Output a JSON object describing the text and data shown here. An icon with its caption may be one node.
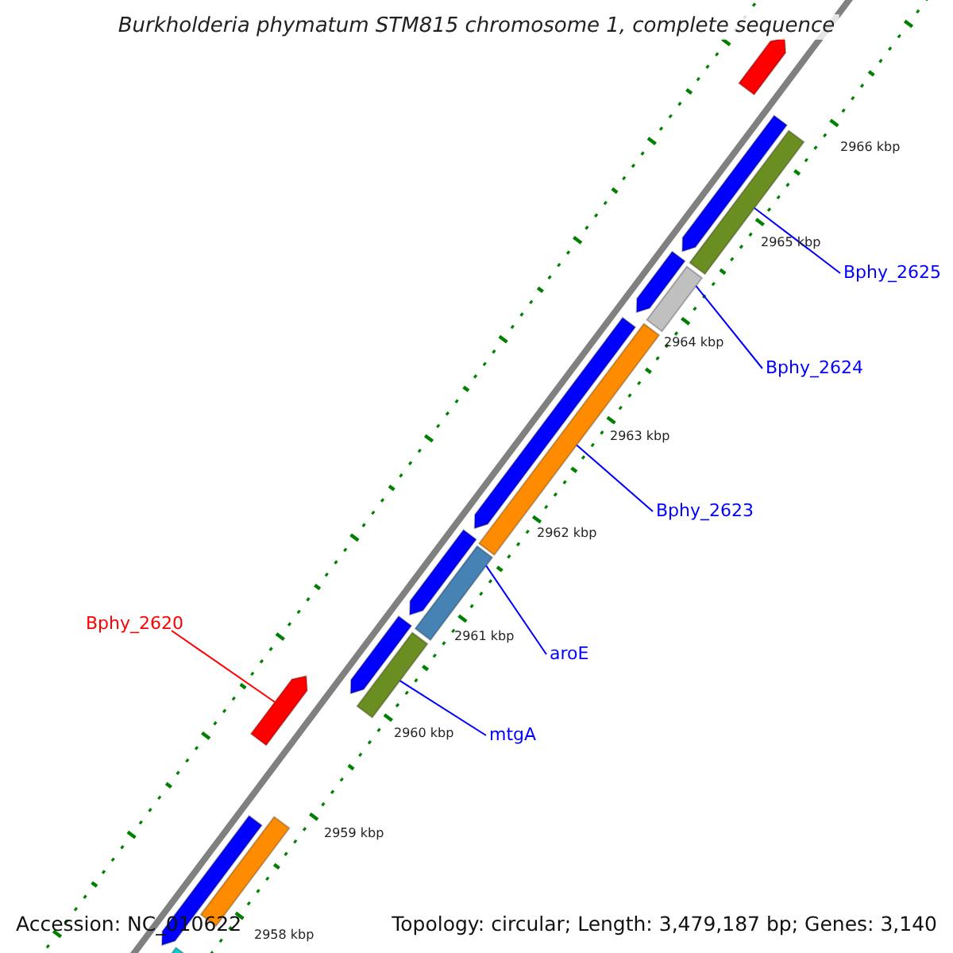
{
  "diagram": {
    "title": "Burkholderia phymatum STM815 chromosome 1, complete sequence",
    "nodes": [
      {
        "text": [
          "Bphy_2625"
        ]
      },
      {
        "text": [
          "Bphy_2624"
        ]
      },
      {
        "text": [
          "Bphy_2623"
        ]
      },
      {
        "text": [
          "Bphy_2620"
        ]
      },
      {
        "text": [
          "aroE"
        ]
      },
      {
        "text": [
          "mtgA"
        ]
      },
      {
        "text": [],
        "shape": "arrow"
      },
      {
        "text": [],
        "shape": "arrow"
      },
      {
        "text": [],
        "shape": "box"
      },
      {
        "text": [],
        "shape": "arrow"
      },
      {
        "text": [],
        "shape": "box"
      },
      {
        "text": [],
        "shape": "arrow"
      },
      {
        "text": [],
        "shape": "box"
      },
      {
        "text": [],
        "shape": "arrow"
      },
      {
        "text": [],
        "shape": "box"
      },
      {
        "text": [],
        "shape": "arrow"
      },
      {
        "text": [],
        "shape": "box"
      },
      {
        "text": [],
        "shape": "arrow"
      },
      {
        "text": [],
        "shape": "arrow"
      },
      {
        "text": [],
        "shape": "box"
      },
      {
        "text": [],
        "shape": "box"
      }
    ],
    "edges": [
      {
        "from": 0,
        "to": 8,
        "arrow": "none"
      },
      {
        "from": 1,
        "to": 10,
        "arrow": "none"
      },
      {
        "from": 2,
        "to": 12,
        "arrow": "none"
      },
      {
        "from": 3,
        "to": 17,
        "arrow": "none",
        "color": "#ff0000"
      },
      {
        "from": 4,
        "to": 14,
        "arrow": "none"
      },
      {
        "from": 5,
        "to": 16,
        "arrow": "none"
      }
    ],
    "labels": [
      "2966 kbp",
      "2965 kbp",
      "2964 kbp",
      "2963 kbp",
      "2962 kbp",
      "2961 kbp",
      "2960 kbp",
      "2959 kbp",
      "2958 kbp",
      "Accession: NC_010622",
      "Topology: circular; Length: 3,479,187 bp; Genes: 3,140"
    ]
  }
}
